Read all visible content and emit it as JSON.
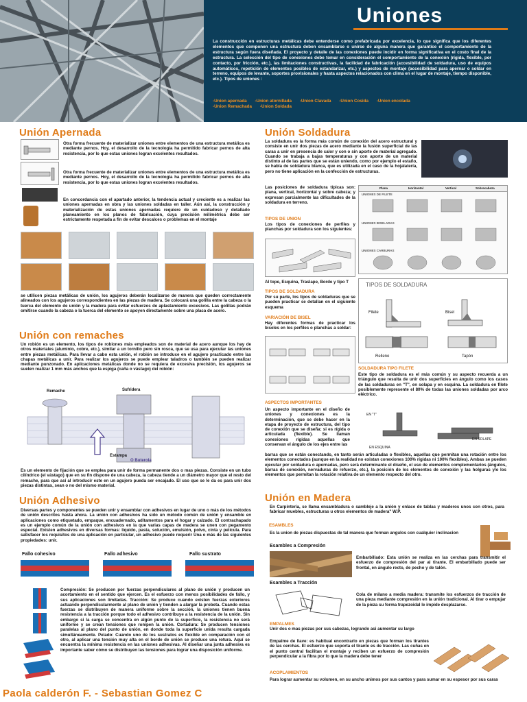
{
  "header": {
    "title": "Uniones",
    "intro": "La construcción en estructuras metálicas debe entenderse como prefabricada por excelencia, lo que significa que los diferentes elementos que componen una estructura deben ensamblarse o unirse de alguna manera que garantice el comportamiento de la estructura según fuera diseñada. El proyecto y detalle de las conexiones puede incidir en forma significativa en el costo final de la estructura. La selección del tipo de conexiones debe tomar en consideración el comportamiento de la conexión (rígida, flexible, por contacto, por fricción, etc.), las limitaciones constructivas, la facilidad de fabricación (accesibilidad de soldadura, uso de equipos automáticos, repetición de elementos posibles de estandarizar, etc.) y aspectos de montaje (accesibilidad para apernar o soldar en terreno, equipos de levante, soportes provisionales y hasta aspectos relacionados con clima en el lugar de montaje, tiempo disponible, etc.). Tipos de uniones :",
    "types": [
      "-Union apernada",
      "-Union atornillada",
      "-Union Clavada",
      "-Union Cosida",
      "-Union encolada",
      "-Union Remachada",
      "-Union Soldada"
    ]
  },
  "apernada": {
    "heading": "Unión Apernada",
    "p1": "Otra forma frecuente de materializar uniones entre elementos de una estructura metálica es mediante pernos. Hoy, el desarrollo de la tecnología ha permitido fabricar pernos de alta resistencia, por lo que estas uniones logran excelentes resultados.",
    "p2": "Otra forma frecuente de materializar uniones entre elementos de una estructura metálica es mediante pernos. Hoy, el desarrollo de la tecnología ha permitido fabricar pernos de alta resistencia, por lo que estas uniones logran excelentes resultados.",
    "p3": "En concordancia con el apartado anterior, la tendencia actual y creciente es a realizar las uniones apernadas en obra y las uniones soldadas en taller. Aún así, la construcción y materialización de estas uniones apernadas requiere de un cuidadoso y detallado planeamiento en los planos de fabricación, cuya precisión milimétrica debe ser estrictamente respetada a fin de evitar descalces o problemas en el montaje",
    "p4": "se utilicen piezas metálicas de unión, los agujeros deberán localizarse de manera que queden correctamente alineados con los agujeros correspondientes en las piezas de madera. Se colocará una golilla entre la cabeza o la tuerca del elemento de unión y la madera para evitar esfuerzos de aplastamiento excesivos. Las golillas podrán omitirse cuando la cabeza o la tuerca del elemento se apoyen directamente sobre una placa de acero."
  },
  "remaches": {
    "heading": "Unión con remaches",
    "p1": "Un robión es un elemento, los tipos de robiones más empleados son de material de acero aunque los hay de otros materiales (aluminio, cobre, etc.), similar a un tornillo pero sin rosca, que se usa para ejecutar las uniones entre piezas metálicas. Para llevar a cabo esta unión, el robión se introduce en el agujero practicado entre las chapas metálicas a unir. Para realizar los agujeros se puede emplear taladros o también se pueden realizar mediante punzonado. En aplicaciones metálicas donde no se requiera de excesiva precisión, los agujeros se suelen realizar 1 mm más anchos que la espiga (caña o vástago) del robión:",
    "label_remache": "Remache",
    "label_sufridera": "Sufridera",
    "label_estampa": "Estampa",
    "label_buterola": "O Buterola",
    "p2": "Es un elemento de fijación que se emplea para unir de forma permanente dos o mas piezas. Consiste en un tubo cilíndrico (el vástago) que en su fin dispone de una cabeza, la cabeza tiende a un diámetro mayor que el resto del remache, para que así al introducir este en un agujero pueda ser encajado. El uso que se le da es para unir dos piezas distintas, sean o no del mismo material."
  },
  "adhesivo": {
    "heading": "Unión Adhesivo",
    "p1": "Diversas partes y componentes se pueden unir y ensamblar con adhesivos en lugar de uno o más de los métodos de unión descritos hasta ahora. La unión con adhesivos ha sido un método común de unión y ensamble en aplicaciones como etiquetado, empaque, encuadernado, aditamentos para el hogar y calzado. El contrachapado es un ejemplo común de la unión con adhesivos en la que varias capas de madera se unen con pegamento especial. Existen adhesivos en diversas formas: líquido, pasta, solución, emulsión, polvo, cinta y película. Para satisfacer los requisitos de una aplicación en particular, un adhesivo puede requerir Una o más de las siguientes propiedades: unir.",
    "labels": [
      "Fallo cohesivo",
      "Fallo adhesivo",
      "Fallo sustrato"
    ],
    "p2": "Compresión: Se producen por fuerzas perpendiculares al plano de unión y producen un acortamiento en el sentido que ejercen. Es el esfuerzo con menos posibilidades de fallo, y sus aplicaciones son limitadas. Tracción: Se produce cuando existen fuerzas exteriores actuando perpendicularmente al plano de unión y tienden a alargar la probeta. Cuando estas fuerzas se distribuyen de manera uniforme sobre la sección, la uniones tienen buena resistencia a la tracción porque todo el adhesivo contribuye a la resistencia de la unión. Sin embargo si la carga se concentra en algún punto de la superficie, la resistencia no será uniforme y se crean tensiones que rompen la unión. Cortadura: Se producen tensiones paralelas al plano del punto de unión, en donde toda la superficie unida resulta cargada simultáneamente. Pelado: Cuando uno de los sustratos es flexible en comparación con el otro, al aplicar una tensión muy alta en el borde de unión se produce una rotura. Aquí se encuentra la mínima resistencia en las uniones adhesivas. Al diseñar una junta adhesiva es importante saber cómo se distribuyen las tensiones para lograr una disposición uniforme."
  },
  "soldadura": {
    "heading": "Unión Soldadura",
    "p1": "La soldadura es la forma más común de conexión del acero estructural y consiste en unir dos piezas de acero mediante la fusión superficial de las caras a unir en presencia de calor y con o sin aporte de material agregado. Cuando se trabaja a bajas temperaturas y con aporte de un material distinto al de las partes que se están uniendo, como por ejemplo el estaño, se habla de soldadura blanca, que es utilizada en el caso de la hojalatería, pero no tiene aplicación en la confección de estructuras.",
    "p2": "Las posiciones de soldadura típicas son: plana, vertical, horizontal y sobre cabeza; y expresan parcialmente las dificultades de la soldadura en terreno.",
    "sub_tipos_union": "TIPOS DE UNION",
    "p3": "Los tipos de conexiones de perfiles y planchas por soldadura son los siguientes:",
    "p4": "Al tope, Esquina, Traslape, Borde y tipo T",
    "sub_tipos_soldadura": "TIPOS DE SOLDADURA",
    "p5": "Por su parte, los tipos de soldaduras que se pueden practicar se detallan en el siguiente esquema",
    "sub_variacion": "VARIACIÓN DE BISEL",
    "p6": "Hay diferentes formas de practicar los biseles en los perfiles o planchas a soldar:",
    "table_heads": [
      "Plana",
      "Horizontal",
      "Vertical",
      "Sobrecabeza"
    ],
    "table_rows": [
      "UNIONES DE FILETE",
      "UNIONES BISELADAS",
      "UNIONES CARBURAS"
    ],
    "diagram_title": "TIPOS DE SOLDADURA",
    "diagram_labels": [
      "Filete",
      "Bisel",
      "Relleno",
      "Tapón"
    ],
    "sub_filete": "SOLDADURA TIPO FILETE",
    "p7": "Este tipo de soldadura es el más común y su aspecto recuerda a un triángulo que resulta de unir dos superficies en ángulo como los casos de las soldaduras en \"T\", en solapa y en esquina. La soldadura en filete posiblemente represente el 80% de todas las uniones soldadas por arco eléctrico.",
    "sub_aspectos": "ASPECTOS IMPORTANTES",
    "p8": "Un aspecto importante en el diseño de uniones y conexiones es la determinación, que se debe hacer en la etapa de proyecto de estructura, del tipo de conexión que se diseña: si es rígida o articulada (flexible). Se llaman conexiones rígidas aquellas que conservan el ángulo de los ejes entre las",
    "p9": "barras que se están conectando, en tanto serán articuladas o flexibles, aquellas que permitan una rotación entre los elementos conectados (aunque en la realidad no existan conexiones 100% rígidas ni 100% flexibles). Ambas se pueden ejecutar por soldadura o apernadas, pero será determinante el diseño, el uso de elementos complementarios (ángulos, barras de conexión, nervaduras de refuerzo, etc.), la posición de los elementos de conexión y las holguras y/o los elementos que permitan la rotación relativa de un elemento respecto del otro.",
    "img_labels": [
      "EN \"T\"",
      "EN ESQUINA",
      "EN SOLAPE"
    ]
  },
  "madera": {
    "heading": "Unión en Madera",
    "p1": "En Carpintería, se llama ensambladura o sambleje a la unión y enlace de tablas y maderos unos con otros, para fabricar muebles, estructuras u otros elementos de madera\" W.P.",
    "sub_ensambles": "ESAMBLES",
    "p2": "Es la union de piezas dispuestas de tal manera que forman angulos con cualquier inclinacion",
    "sub_compresion": "Esambles a Compresión",
    "p3": "Embarbillado: Esta unión se realiza en las cerchas para transmitir el esfuerzo de compresión del par al tirante. El embarbillado puede ser frontal, en ángulo recto, de pecho y de talón.",
    "sub_traccion": "Esambles a Tracción",
    "p4": "Cola de milano a media madera: transmite los esfuerzos de tracción de una pieza mediante compresión en la unión tradicional. Al tirar o empujar de la pieza su forma trapezoidal le impide desplazarse.",
    "sub_empalmes": "EMPALMES",
    "p5": "Unir dos o mas piezas por sus cabezas, logrando asi aumentar su largo",
    "p6": "Empalme de llave: es habitual encontrarlo en piezas que forman los tirantes de las cerchas. El esfuerzo que soporta el tirante es de tracción. Las cuñas en el punto central facilitan el montaje y reciben un esfuerzo de compresión perpendicular a la fibra por lo que la madera debe tener",
    "sub_acoplamientos": "ACOPLAMIENTOS",
    "p7": "Para lograr aumentar su volumen, en su ancho unimos por sus cantos y para sumar en su espesor por sus caras"
  },
  "footer": "Paola calderón F. - Sebastian Gomez C",
  "colors": {
    "accent": "#e07b18",
    "header_bg": "#0c3e5a"
  }
}
